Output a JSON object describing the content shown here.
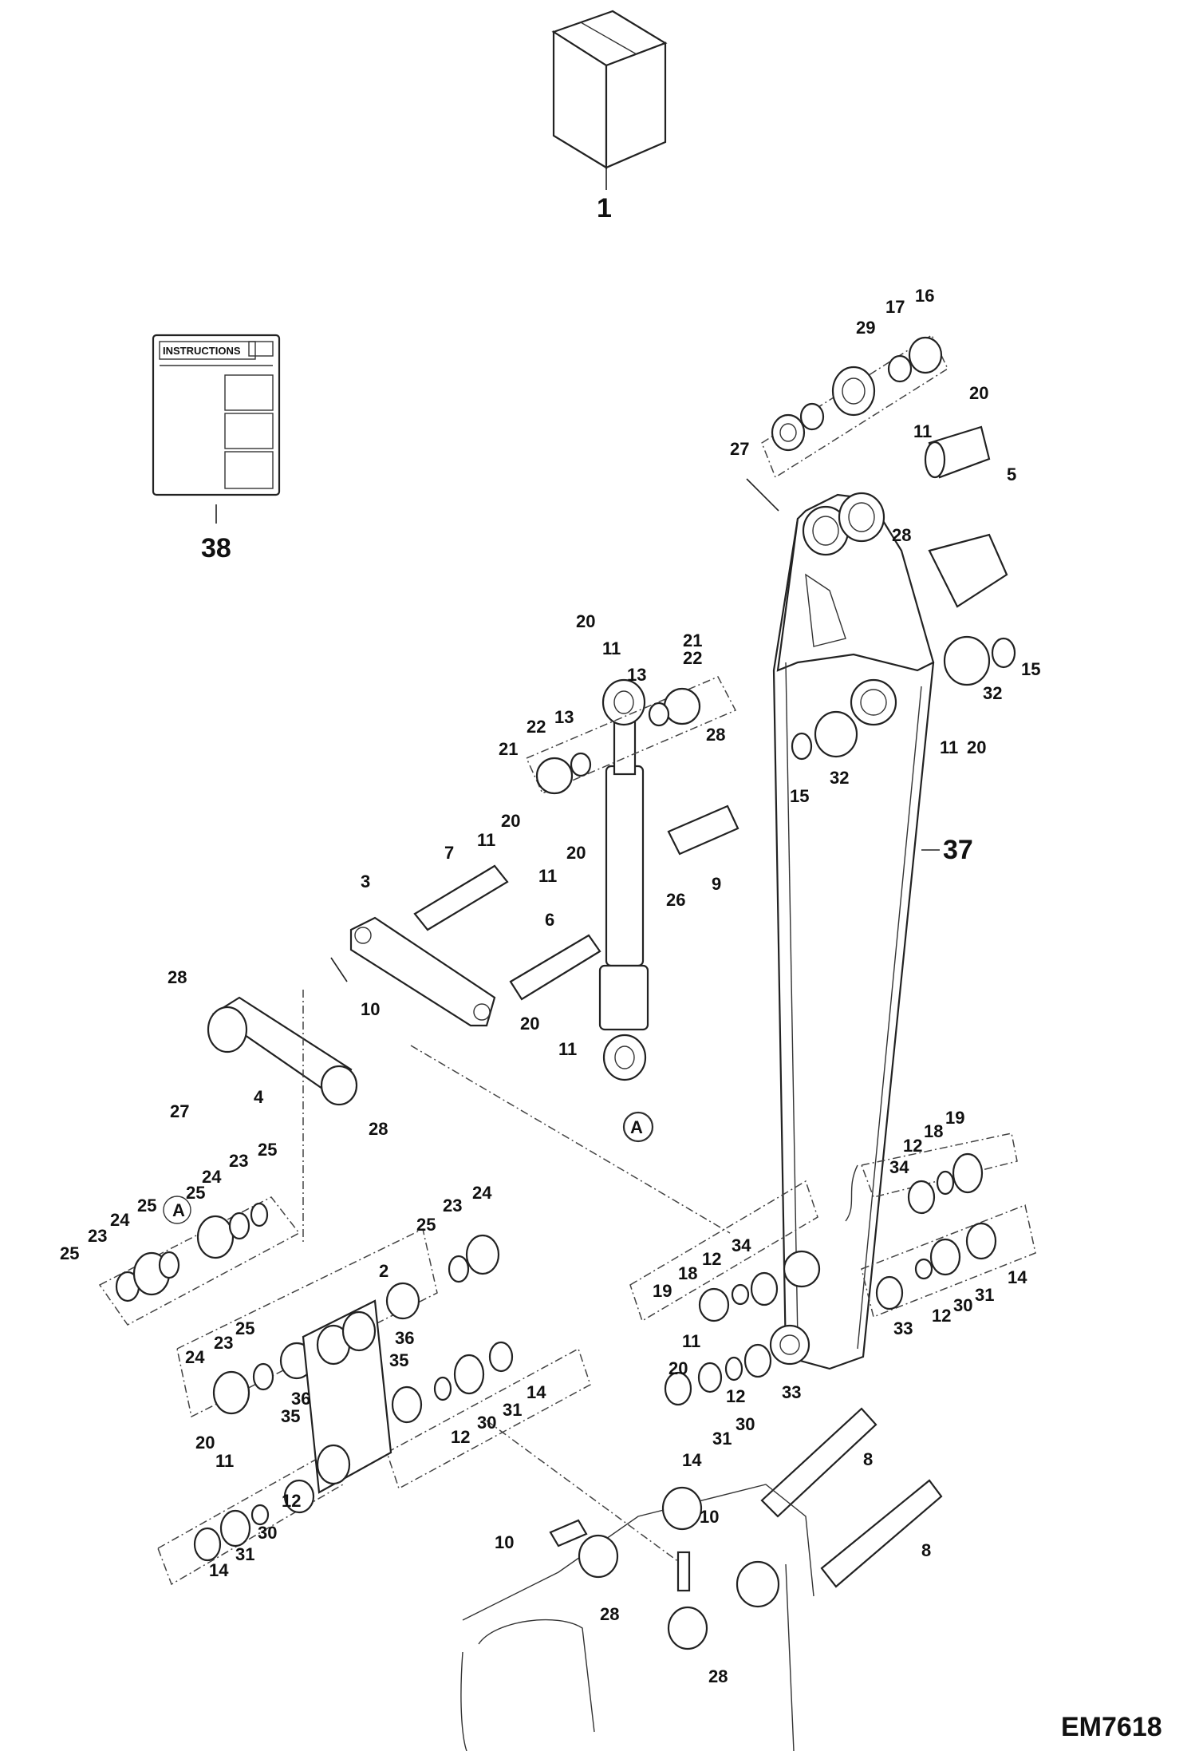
{
  "diagram": {
    "drawing_code": "EM7618",
    "kit_label": "1",
    "manual_label": "38",
    "manual_title": "INSTRUCTIONS",
    "arm_label": "37",
    "reference_marker": "A",
    "callouts": [
      "16",
      "17",
      "29",
      "20",
      "11",
      "27",
      "5",
      "28",
      "15",
      "32",
      "11",
      "20",
      "20",
      "11",
      "22",
      "21",
      "13",
      "22",
      "13",
      "21",
      "28",
      "15",
      "32",
      "26",
      "9",
      "20",
      "11",
      "7",
      "3",
      "20",
      "11",
      "6",
      "28",
      "10",
      "27",
      "4",
      "20",
      "11",
      "28",
      "A",
      "25",
      "23",
      "24",
      "25",
      "A",
      "24",
      "23",
      "25",
      "25",
      "23",
      "24",
      "25",
      "2",
      "23",
      "24",
      "25",
      "36",
      "36",
      "35",
      "35",
      "20",
      "11",
      "12",
      "14",
      "30",
      "31",
      "12",
      "30",
      "31",
      "14",
      "19",
      "18",
      "12",
      "34",
      "34",
      "12",
      "18",
      "19",
      "14",
      "12",
      "30",
      "31",
      "33",
      "33",
      "11",
      "20",
      "12",
      "30",
      "31",
      "14",
      "8",
      "8",
      "10",
      "10",
      "28",
      "28"
    ]
  }
}
